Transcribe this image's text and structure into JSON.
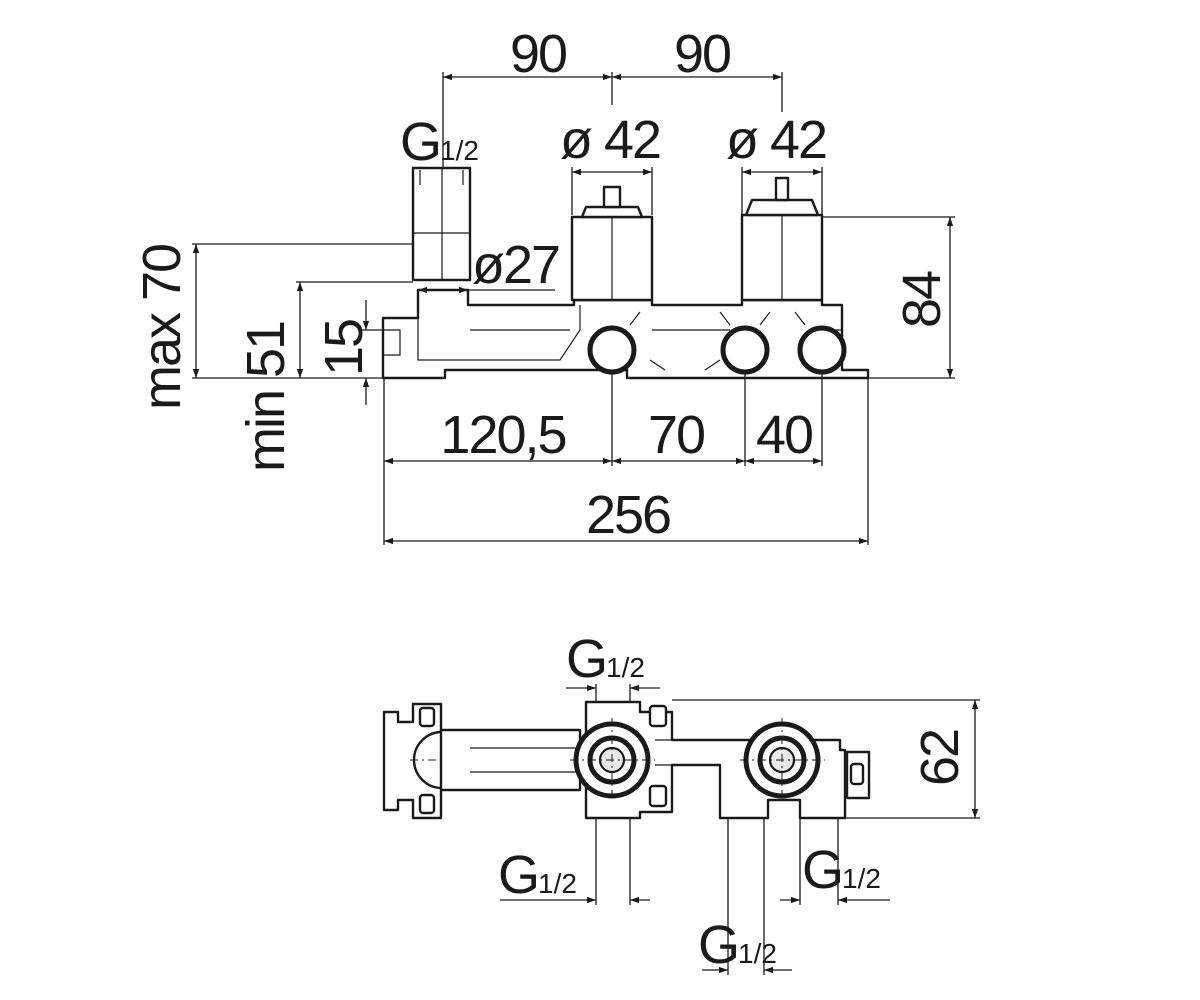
{
  "top_view": {
    "dim_90_left": "90",
    "dim_90_right": "90",
    "thread_top_g": "G",
    "thread_top_frac": "1/2",
    "dia_42_left": "ø 42",
    "dia_42_right": "ø 42",
    "dia_27": "ø27",
    "max_70": "max 70",
    "min_51": "min 51",
    "dim_15": "15",
    "dim_84": "84",
    "dim_120_5": "120,5",
    "dim_70": "70",
    "dim_40": "40",
    "dim_256": "256"
  },
  "bottom_view": {
    "thread_top_g": "G",
    "thread_top_frac": "1/2",
    "dim_62": "62",
    "thread_left_g": "G",
    "thread_left_frac": "1/2",
    "thread_right_g": "G",
    "thread_right_frac": "1/2",
    "thread_bottom_g": "G",
    "thread_bottom_frac": "1/2"
  }
}
